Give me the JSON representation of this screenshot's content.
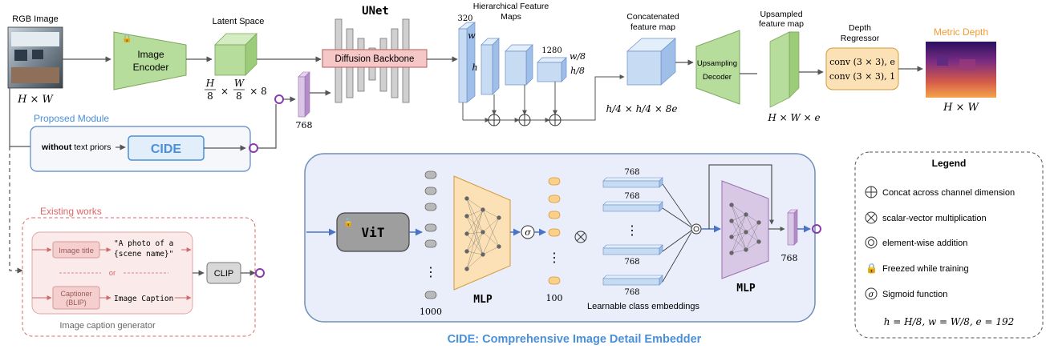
{
  "colors": {
    "green": "#b7dd9c",
    "blue_map": "#c7dcf3",
    "pink": "#f5c7c7",
    "purple": "#d9c7e6",
    "orange": "#fbe1b5",
    "cide_blue": "#4a90d9",
    "existing_red": "#e06666",
    "metric_orange": "#f39c33",
    "panel_bg": "#e9eefa"
  },
  "top": {
    "rgb_label": "RGB Image",
    "rgb_dim": "H × W",
    "encoder_label_1": "Image",
    "encoder_label_2": "Encoder",
    "latent_label": "Latent Space",
    "latent_dim_h": "H",
    "latent_dim_w": "W",
    "latent_dim_8": "8",
    "latent_dim_x": "×",
    "latent_dim_tail": "× 8",
    "unet_label": "UNet",
    "diffusion_label": "Diffusion Backbone",
    "embed_768": "768",
    "hier_label_1": "Hierarchical Feature",
    "hier_label_2": "Maps",
    "hier_320": "320",
    "hier_w": "w",
    "hier_h": "h",
    "hier_1280": "1280",
    "hier_w8": "w/8",
    "hier_h8": "h/8",
    "concat_label_1": "Concatenated",
    "concat_label_2": "feature map",
    "concat_dim": "h/4 × h/4 × 8e",
    "upsampling_label_1": "Upsampling",
    "upsampling_label_2": "Decoder",
    "upsampled_label_1": "Upsampled",
    "upsampled_label_2": "feature map",
    "upsampled_dim": "H × W × e",
    "depth_reg_1": "Depth",
    "depth_reg_2": "Regressor",
    "conv1": "conv (3 × 3), e",
    "conv2": "conv (3 × 3), 1",
    "metric_label": "Metric Depth",
    "metric_dim": "H × W"
  },
  "proposed": {
    "title": "Proposed Module",
    "without_bold": "without",
    "without_rest": " text priors",
    "cide": "CIDE"
  },
  "existing": {
    "title": "Existing works",
    "image_title": "Image title",
    "template_1": "\"A photo of a",
    "template_2": "{scene name}\"",
    "or": "or",
    "captioner_1": "Captioner",
    "captioner_2": "(BLIP)",
    "image_caption": "Image Caption",
    "footer": "Image caption generator",
    "clip": "CLIP"
  },
  "cide_panel": {
    "vit": "ViT",
    "mlp1": "MLP",
    "n1000": "1000",
    "n100": "100",
    "sigma": "σ",
    "otimes": "⊗",
    "emb_768": "768",
    "dots": "⋮",
    "learnable": "Learnable class embeddings",
    "mlp2": "MLP",
    "out_768": "768",
    "caption": "CIDE: Comprehensive Image Detail Embedder"
  },
  "legend": {
    "title": "Legend",
    "items": [
      {
        "icon": "⊕",
        "text": "Concat across channel dimension"
      },
      {
        "icon": "⊗",
        "text": "scalar-vector multiplication"
      },
      {
        "icon": "◎",
        "text": "element-wise addition"
      },
      {
        "icon": "🔒",
        "text": "Freezed while training"
      },
      {
        "icon": "σ",
        "text": "Sigmoid function"
      }
    ],
    "formula": "h = H/8, w = W/8, e = 192"
  }
}
